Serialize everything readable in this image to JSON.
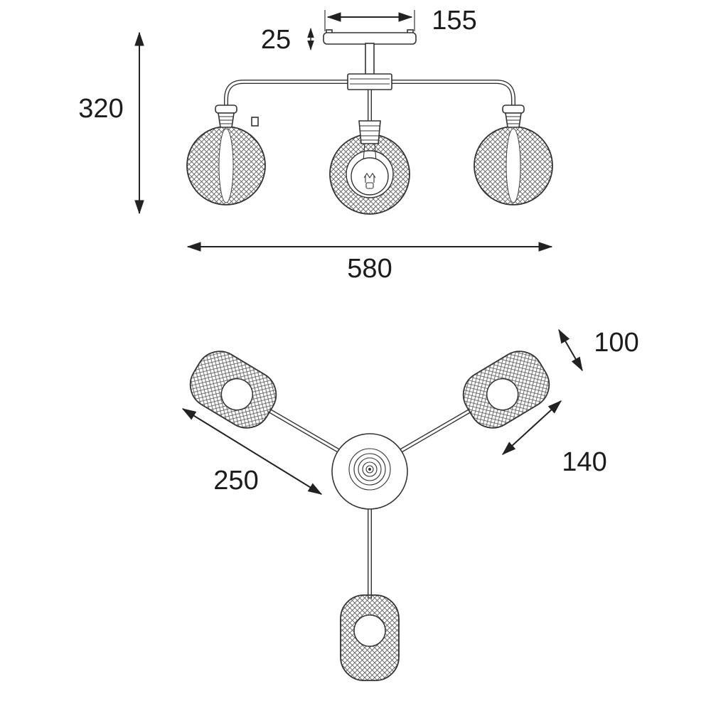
{
  "colors": {
    "background": "#ffffff",
    "line": "#333333",
    "dimension_text": "#1c1c1c"
  },
  "front_view": {
    "dimensions": {
      "mount_bar_length": "155",
      "mount_bar_thickness": "25",
      "fixture_height": "320",
      "fixture_width": "580"
    }
  },
  "top_view": {
    "dimensions": {
      "shade_width": "100",
      "shade_length": "140",
      "arm_length": "250"
    }
  }
}
